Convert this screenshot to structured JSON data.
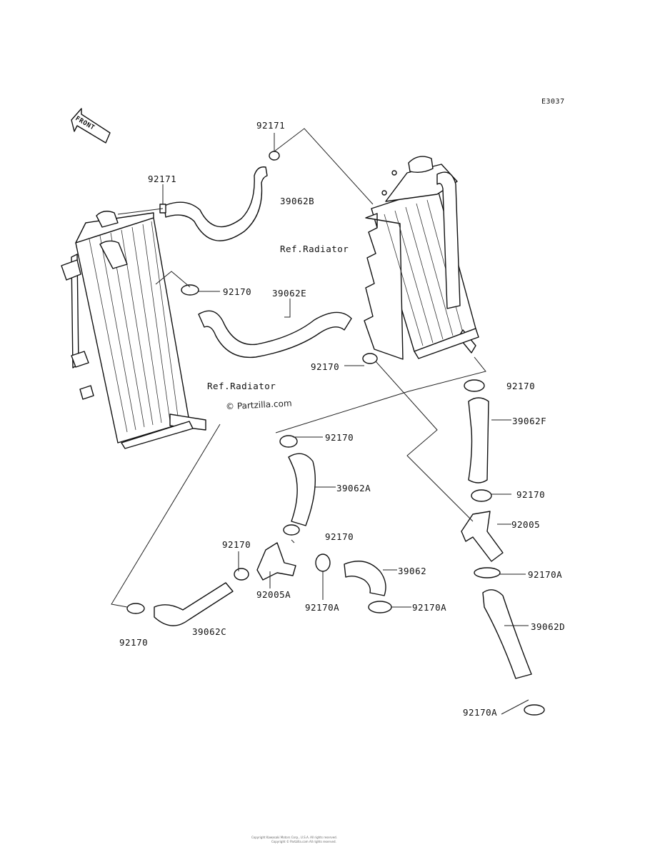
{
  "diagram_code": "E3037",
  "front_arrow_label": "FRONT",
  "watermark": "© Partzilla.com",
  "ref_labels": [
    "Ref.Radiator",
    "Ref.Radiator"
  ],
  "part_labels": [
    "92171",
    "92171",
    "39062B",
    "92170",
    "39062E",
    "92170",
    "92170",
    "92170",
    "39062F",
    "39062A",
    "92170",
    "92005",
    "92170",
    "92170",
    "39062",
    "92005A",
    "92170A",
    "92170A",
    "92170A",
    "39062D",
    "92170",
    "39062C",
    "92170A"
  ],
  "footer": [
    "Copyright Kawasaki Motors Corp., U.S.A. All rights reserved.",
    "Copyright © Partzilla.com All rights reserved."
  ]
}
